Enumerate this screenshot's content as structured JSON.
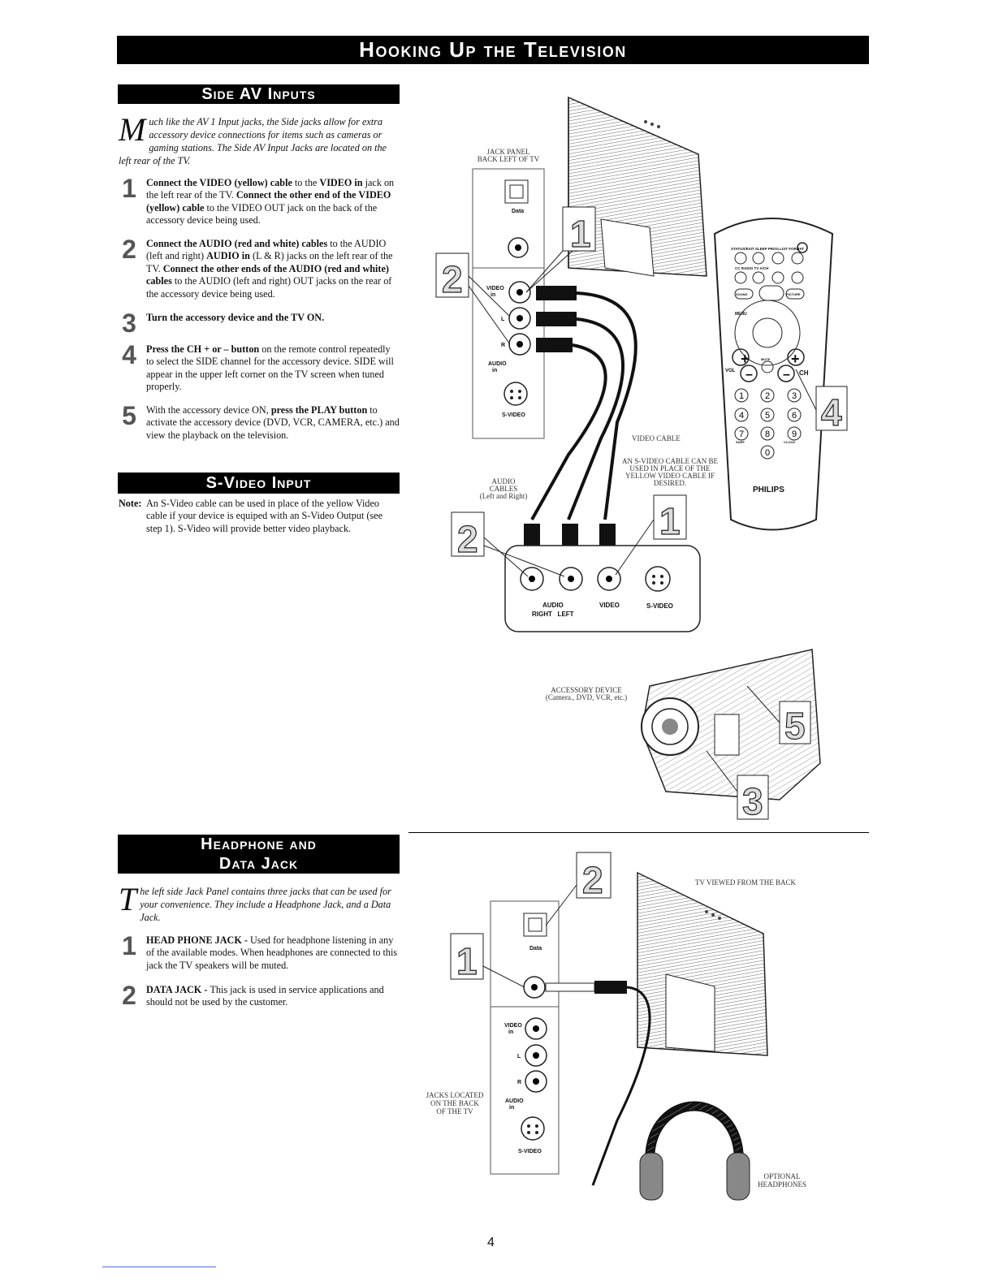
{
  "banner": "Hooking Up the Television",
  "side_av": {
    "title": "Side AV Inputs",
    "intro_cap": "M",
    "intro": "uch like the AV 1 Input jacks, the Side jacks allow for extra accessory device connections for items such as cameras or gaming stations. The Side AV Input Jacks are located on the left rear of the TV.",
    "steps": [
      {
        "num": "1",
        "parts": [
          {
            "b": "Connect the VIDEO (yellow) cable"
          },
          {
            "t": " to the "
          },
          {
            "b": "VIDEO in"
          },
          {
            "t": " jack on the left rear of the TV. "
          },
          {
            "b": "Connect the other end of the VIDEO (yellow) cable"
          },
          {
            "t": " to the VIDEO OUT jack on the back of the accessory device being used."
          }
        ]
      },
      {
        "num": "2",
        "parts": [
          {
            "b": "Connect the AUDIO (red and white) cables"
          },
          {
            "t": " to the AUDIO (left and right) "
          },
          {
            "b": "AUDIO in"
          },
          {
            "t": " (L & R) jacks on the left rear of the TV. "
          },
          {
            "b": "Connect the other ends of the AUDIO (red and white) cables"
          },
          {
            "t": " to the AUDIO (left and right) OUT jacks on the rear of the accessory device being used."
          }
        ]
      },
      {
        "num": "3",
        "parts": [
          {
            "b": "Turn the accessory device and the TV ON."
          }
        ]
      },
      {
        "num": "4",
        "parts": [
          {
            "b": "Press the CH + or – button"
          },
          {
            "t": " on the remote control repeatedly to select the SIDE channel for the accessory device. SIDE will appear in the upper left corner on the TV screen when tuned properly."
          }
        ]
      },
      {
        "num": "5",
        "parts": [
          {
            "t": "With the accessory device ON, "
          },
          {
            "b": "press the PLAY button"
          },
          {
            "t": " to activate the accessory device (DVD, VCR, CAMERA, etc.) and view the playback on the television."
          }
        ]
      }
    ]
  },
  "svideo": {
    "title": "S-Video Input",
    "note_label": "Note:",
    "note": "An S-Video cable can be used in place of the yellow Video cable if your device is equiped with an S-Video Output (see step 1). S-Video will provide better video playback."
  },
  "headphone": {
    "title_line1": "Headphone and",
    "title_line2": "Data Jack",
    "intro_cap": "T",
    "intro": "he left side Jack Panel contains three jacks that can be used for your convenience. They include a Headphone Jack, and a Data Jack.",
    "steps": [
      {
        "num": "1",
        "parts": [
          {
            "b": "HEAD PHONE JACK - "
          },
          {
            "t": " Used for headphone listening in any of the available modes. When headphones are connected to this jack the TV speakers will be muted."
          }
        ]
      },
      {
        "num": "2",
        "parts": [
          {
            "b": "DATA JACK - "
          },
          {
            "t": "This jack is used in service applications and should not be used by the customer."
          }
        ]
      }
    ]
  },
  "diagram1": {
    "jack_panel_1": "JACK PANEL",
    "jack_panel_2": "BACK LEFT OF TV",
    "data": "Data",
    "video": "VIDEO",
    "in": "in",
    "l": "L",
    "r": "R",
    "audio": "AUDIO",
    "svideo": "S-VIDEO",
    "video_cable": "VIDEO CABLE",
    "svideo_note_1": "AN S-VIDEO CABLE CAN BE",
    "svideo_note_2": "USED IN PLACE OF THE",
    "svideo_note_3": "YELLOW VIDEO CABLE IF",
    "svideo_note_4": "DESIRED.",
    "audio_cables_1": "AUDIO",
    "audio_cables_2": "CABLES",
    "audio_cables_3": "(Left and Right)",
    "dev_audio": "AUDIO",
    "dev_right_left": "RIGHT   LEFT",
    "dev_video": "VIDEO",
    "dev_svideo": "S-VIDEO",
    "accessory_1": "ACCESSORY DEVICE",
    "accessory_2": "(Camera., DVD, VCR, etc.)",
    "remote_brand": "PHILIPS",
    "remote_row1": "STATUS/EXIT  SLEEP  PROG.LIST  FORMAT",
    "remote_row2": "CC   RADIO   TV   A/CH",
    "remote_sound": "SOUND",
    "remote_picture": "PICTURE",
    "remote_menu": "MENU",
    "remote_vol": "VOL",
    "remote_ch": "CH",
    "remote_mute": "MUTE",
    "remote_surf": "SURF",
    "remote_clock": "CLOCK",
    "keys": [
      "1",
      "2",
      "3",
      "4",
      "5",
      "6",
      "7",
      "8",
      "9",
      "0"
    ],
    "callouts": [
      "1",
      "2",
      "2",
      "1",
      "4",
      "5",
      "3"
    ]
  },
  "diagram2": {
    "tv_back": "TV VIEWED FROM THE BACK",
    "data": "Data",
    "video": "VIDEO",
    "in": "in",
    "l": "L",
    "r": "R",
    "audio": "AUDIO",
    "svideo": "S-VIDEO",
    "jacks_1": "JACKS LOCATED",
    "jacks_2": "ON THE BACK",
    "jacks_3": "OF THE TV",
    "opt_1": "OPTIONAL",
    "opt_2": "HEADPHONES",
    "callouts": [
      "2",
      "1"
    ]
  },
  "page_number": "4"
}
